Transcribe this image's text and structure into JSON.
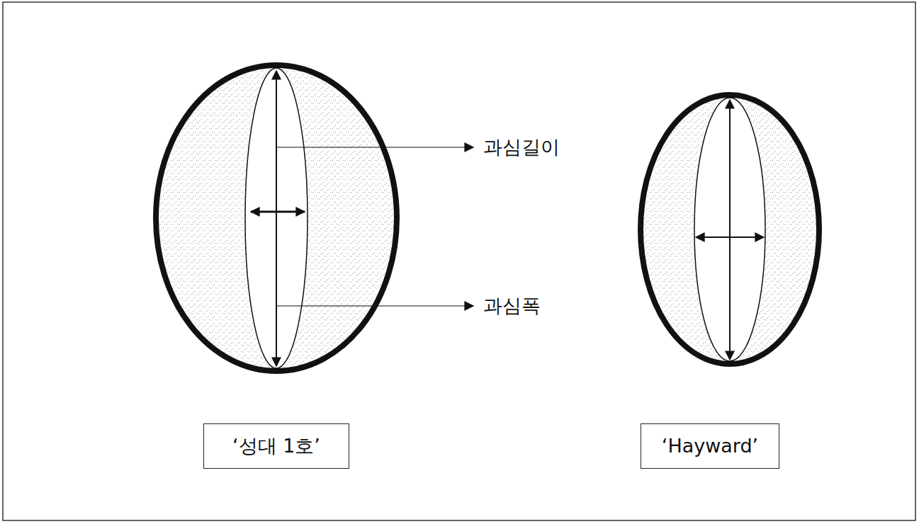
{
  "diagram": {
    "nodes": [
      {
        "text": [
          "‘성대 1호’"
        ]
      },
      {
        "text": [
          "‘Hayward’"
        ]
      }
    ],
    "labels": [
      "과심길이",
      "과심폭"
    ]
  }
}
